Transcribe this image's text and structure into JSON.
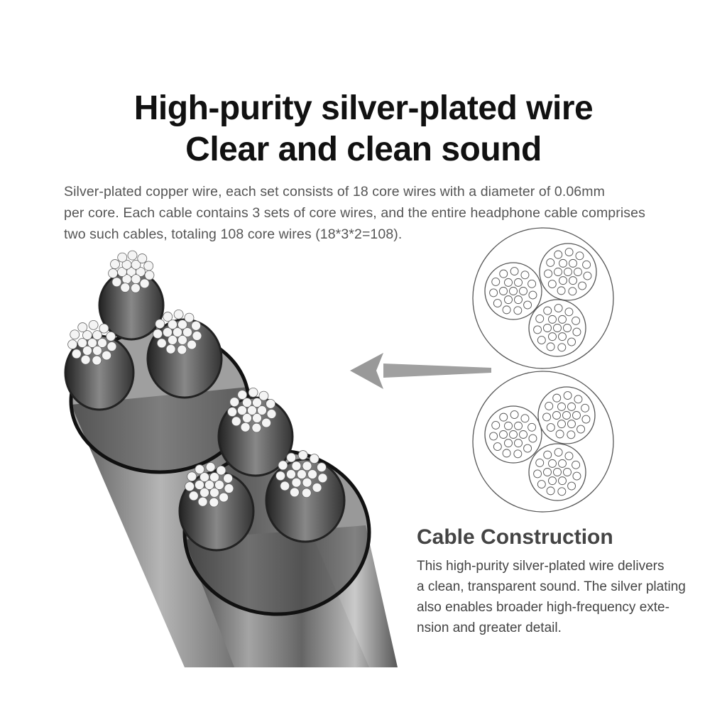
{
  "header": {
    "title_line1": "High-purity silver-plated wire",
    "title_line2": "Clear and clean sound"
  },
  "intro": {
    "lines": [
      "Silver-plated copper wire, each set consists of 18 core wires with a diameter of 0.06mm",
      "per core. Each cable contains 3 sets of core wires, and the entire headphone cable comprises",
      "two such cables, totaling 108 core wires (18*3*2=108)."
    ]
  },
  "construction": {
    "heading": "Cable Construction",
    "lines": [
      "This high-purity silver-plated wire delivers",
      "a clean, transparent sound. The silver plating",
      "also enables broader high-frequency exte-",
      "nsion and greater detail."
    ]
  },
  "colors": {
    "title": "#111111",
    "text": "#555555",
    "arrow": "#9a9a9a",
    "diagram_line": "#555555"
  }
}
